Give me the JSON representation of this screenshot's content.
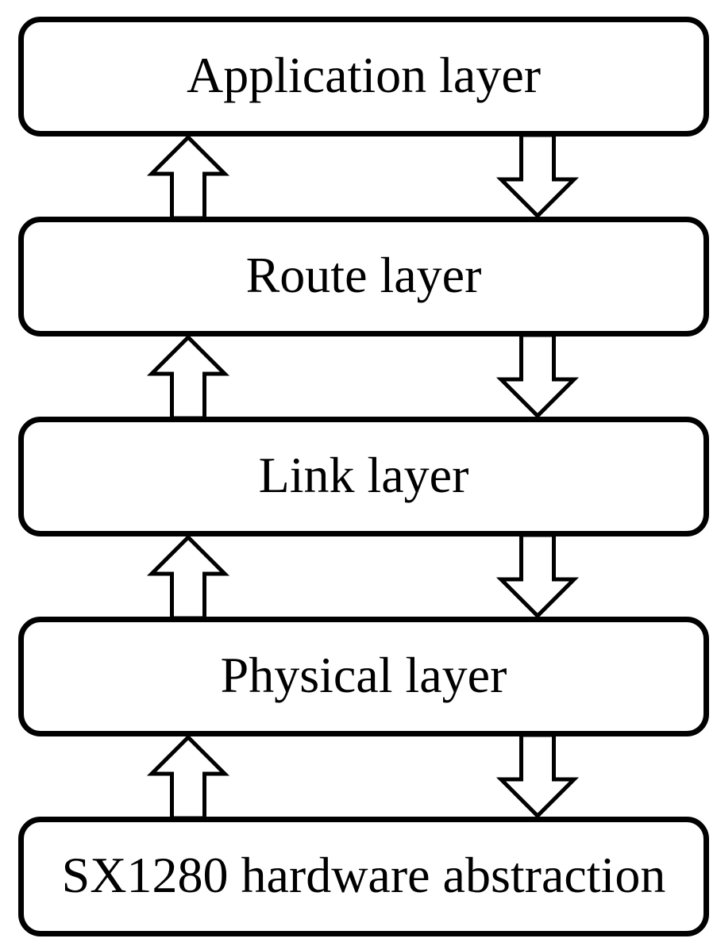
{
  "diagram": {
    "kind": "layered-stack",
    "colors": {
      "stroke": "#000000",
      "box_fill": "#ffffff",
      "background": "#ffffff"
    },
    "layers": [
      {
        "id": "application",
        "label": "Application layer"
      },
      {
        "id": "route",
        "label": "Route layer"
      },
      {
        "id": "link",
        "label": "Link layer"
      },
      {
        "id": "physical",
        "label": "Physical layer"
      },
      {
        "id": "sx1280-hal",
        "label": "SX1280 hardware abstraction"
      }
    ],
    "edges": [
      {
        "between": [
          "Application layer",
          "Route layer"
        ],
        "up_arrow": true,
        "down_arrow": true
      },
      {
        "between": [
          "Route layer",
          "Link layer"
        ],
        "up_arrow": true,
        "down_arrow": true
      },
      {
        "between": [
          "Link layer",
          "Physical layer"
        ],
        "up_arrow": true,
        "down_arrow": true
      },
      {
        "between": [
          "Physical layer",
          "SX1280 hardware abstraction"
        ],
        "up_arrow": true,
        "down_arrow": true
      }
    ],
    "arrow_icons": {
      "up": "up-block-arrow",
      "down": "down-block-arrow"
    }
  }
}
